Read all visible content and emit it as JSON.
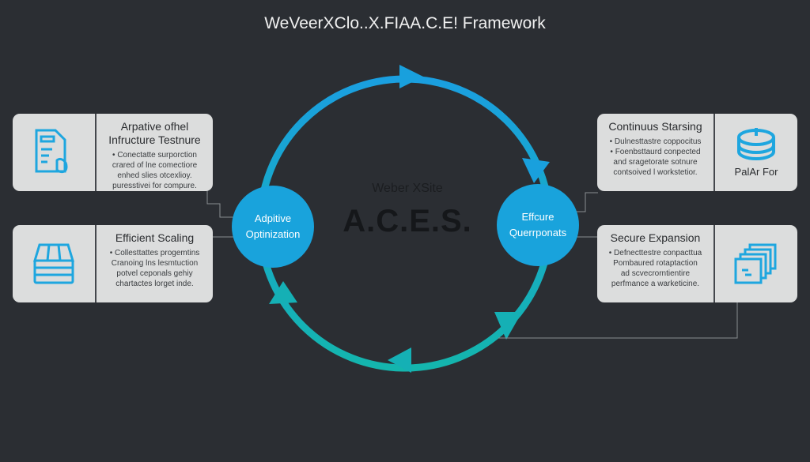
{
  "title": "WeVeerXClo..X.FIAA.C.E! Framework",
  "center": {
    "subtitle": "Weber XSite",
    "acronym": "A.C.E.S."
  },
  "nodes": {
    "left": "Adpitive Optinization",
    "right": "Effcure Querrponats"
  },
  "cards": [
    {
      "title": "Arpative ofhel Infructure Testnure",
      "lines": [
        "• Conectatte surporction",
        "crared of lne comectiore",
        "enhed slies otcexlioy.",
        "puresstivei for compure."
      ],
      "icon": "document-hand-icon"
    },
    {
      "title": "Efficient Scaling",
      "lines": [
        "• Collesttattes progemtins",
        "Cranoing lns lesmtuction",
        "potvel ceponals gehiy",
        "chartactes lorget inde."
      ],
      "icon": "storage-box-icon"
    },
    {
      "title": "Continuus Starsing",
      "lines": [
        "• Dulnesttastre coppocitus",
        "• Foenbsttaurd conpected",
        "and sragetorate sotnure",
        "contsoived l workstetior."
      ],
      "icon": "database-icon",
      "icon_label": "PalAr For"
    },
    {
      "title": "Secure Expansion",
      "lines": [
        "• Defnecttestre conpacttua",
        "Pombaured rotaptaction",
        "ad scvecrorntientire",
        "perfmance a warketicine."
      ],
      "icon": "stacked-pages-icon"
    }
  ],
  "colors": {
    "bg": "#2b2e33",
    "accent": "#19a3dc",
    "teal": "#14b3b8"
  }
}
